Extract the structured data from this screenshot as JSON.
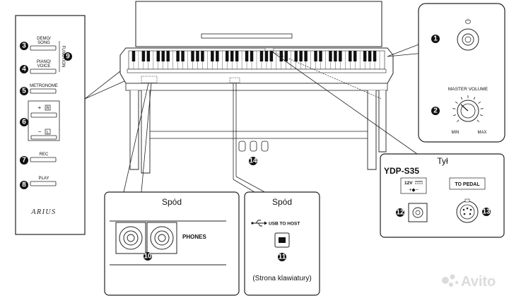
{
  "left_panel": {
    "demo_song": [
      "DEMO/",
      "SONG"
    ],
    "piano_voice": [
      "PIANO/",
      "VOICE"
    ],
    "metronome": "METRONOME",
    "plus": "+",
    "minus": "−",
    "r_key": "R",
    "l_key": "L",
    "rec": "REC",
    "play": "PLAY",
    "brand": "ARIUS",
    "side_text": "FUNCTION"
  },
  "right_panel": {
    "power_symbol": "⏻",
    "master_volume": "MASTER VOLUME",
    "min": "MIN",
    "max": "MAX"
  },
  "rear": {
    "header": "Tył",
    "model": "YDP-S35",
    "dc_label": "12V",
    "dc_polarity": "+◆−",
    "to_pedal": "TO PEDAL"
  },
  "bottom_left": {
    "header": "Spód",
    "phones": "PHONES"
  },
  "bottom_mid": {
    "header": "Spód",
    "usb": "USB TO HOST",
    "note": "(Strona klawiatury)"
  },
  "callouts": [
    "1",
    "2",
    "3",
    "4",
    "5",
    "6",
    "7",
    "8",
    "9",
    "10",
    "11",
    "12",
    "13",
    "14"
  ],
  "watermark": "Avito"
}
